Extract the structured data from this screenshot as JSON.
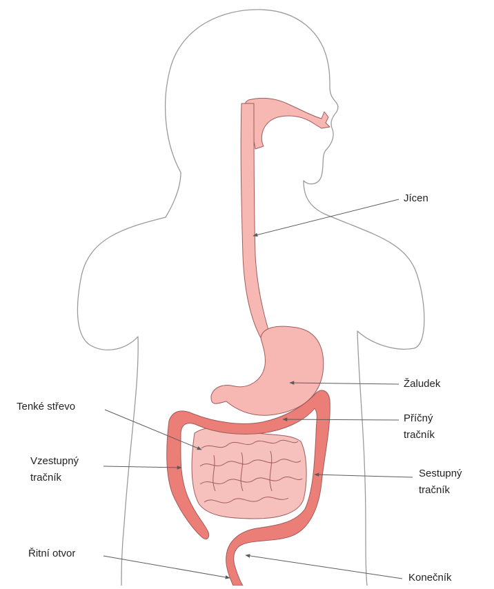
{
  "colors": {
    "outline": "#9a9a9a",
    "upper_tract": "#f7b7b3",
    "colon": "#ec7e78",
    "small_intestine": "#f6c0bd",
    "leader": "#5b5b5b",
    "text": "#222222"
  },
  "labels": {
    "jicen": "Jícen",
    "zaludek": "Žaludek",
    "tenke_strevo": "Tenké střevo",
    "pricny_1": "Příčný",
    "pricny_2": "tračník",
    "vzestupny_1": "Vzestupný",
    "vzestupny_2": "tračník",
    "sestupny_1": "Sestupný",
    "sestupny_2": "tračník",
    "ritni_otvor": "Řitní otvor",
    "konecnik": "Konečník"
  }
}
